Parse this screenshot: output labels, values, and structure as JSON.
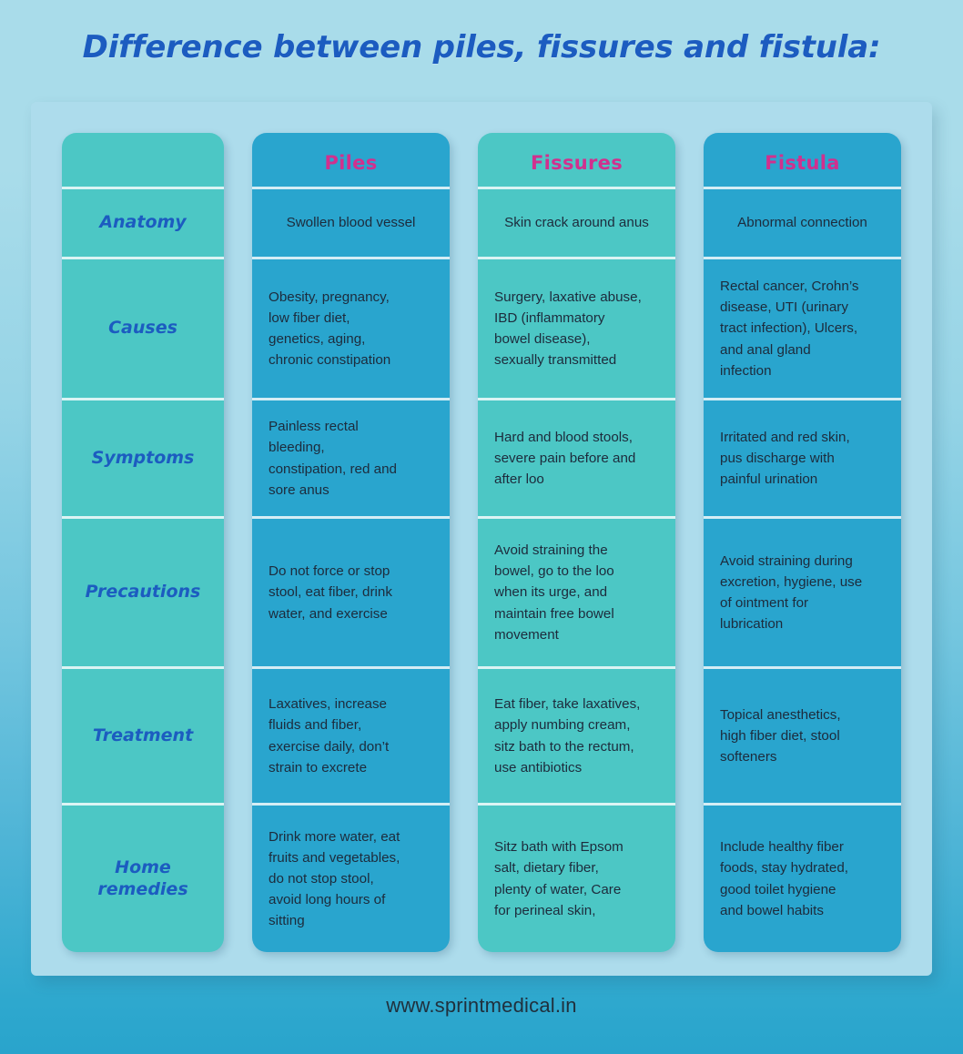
{
  "page": {
    "title": "Difference between piles, fissures and fistula:",
    "footer": "www.sprintmedical.in"
  },
  "colors": {
    "title": "#1c5cc0",
    "header_pink": "#d1308e",
    "teal_column": "#4cc7c5",
    "blue_column": "#29a5ce",
    "panel_background": "#addcec",
    "body_text": "#1d2b3c",
    "page_background_top": "#a9dcea",
    "page_background_bottom": "#29a4cc"
  },
  "table": {
    "row_label_header": "",
    "column_headers": [
      "Piles",
      "Fissures",
      "Fistula"
    ],
    "row_labels": [
      "Anatomy",
      "Causes",
      "Symptoms",
      "Precautions",
      "Treatment",
      "Home\nremedies"
    ],
    "rows": [
      {
        "label": "Anatomy",
        "piles": "Swollen blood vessel",
        "fissures": "Skin crack around anus",
        "fistula": "Abnormal connection"
      },
      {
        "label": "Causes",
        "piles": "Obesity, pregnancy,\nlow fiber diet,\ngenetics, aging,\nchronic constipation",
        "fissures": "Surgery, laxative abuse,\nIBD (inflammatory\nbowel disease),\nsexually transmitted",
        "fistula": "Rectal cancer, Crohn’s\ndisease, UTI (urinary\ntract infection), Ulcers,\nand anal gland\ninfection"
      },
      {
        "label": "Symptoms",
        "piles": "Painless rectal\nbleeding,\nconstipation, red and\nsore anus",
        "fissures": "Hard and blood stools,\nsevere pain before and\nafter loo",
        "fistula": "Irritated and red skin,\npus discharge with\npainful urination"
      },
      {
        "label": "Precautions",
        "piles": "Do not force or stop\nstool, eat fiber, drink\nwater, and exercise",
        "fissures": "Avoid straining the\nbowel, go to the loo\nwhen its urge, and\nmaintain free bowel\nmovement",
        "fistula": "Avoid straining during\nexcretion, hygiene, use\nof ointment for\nlubrication"
      },
      {
        "label": "Treatment",
        "piles": "Laxatives, increase\nfluids and fiber,\nexercise daily, don’t\nstrain to excrete",
        "fissures": "Eat fiber, take laxatives,\napply numbing cream,\nsitz bath to the rectum,\nuse antibiotics",
        "fistula": "Topical anesthetics,\nhigh fiber diet, stool\nsofteners"
      },
      {
        "label": "Home remedies",
        "piles": "Drink more water, eat\nfruits and vegetables,\ndo not stop stool,\navoid long hours of\nsitting",
        "fissures": "Sitz bath with Epsom\nsalt, dietary fiber,\nplenty of water, Care\nfor perineal skin,",
        "fistula": "Include healthy fiber\nfoods, stay hydrated,\ngood toilet hygiene\nand bowel habits"
      }
    ]
  }
}
